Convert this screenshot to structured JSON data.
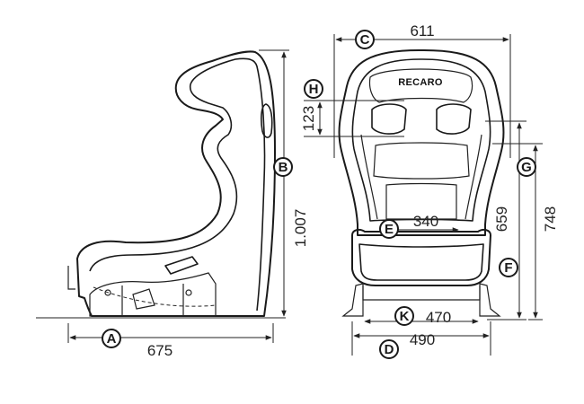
{
  "brand": "RECARO",
  "dimensions": [
    {
      "letter": "A",
      "value": "675"
    },
    {
      "letter": "B",
      "value": "1.007"
    },
    {
      "letter": "C",
      "value": "611"
    },
    {
      "letter": "D",
      "value": "490"
    },
    {
      "letter": "E",
      "value": "340"
    },
    {
      "letter": "F",
      "value": "659"
    },
    {
      "letter": "G",
      "value": "748"
    },
    {
      "letter": "H",
      "value": "123"
    },
    {
      "letter": "K",
      "value": "470"
    }
  ]
}
